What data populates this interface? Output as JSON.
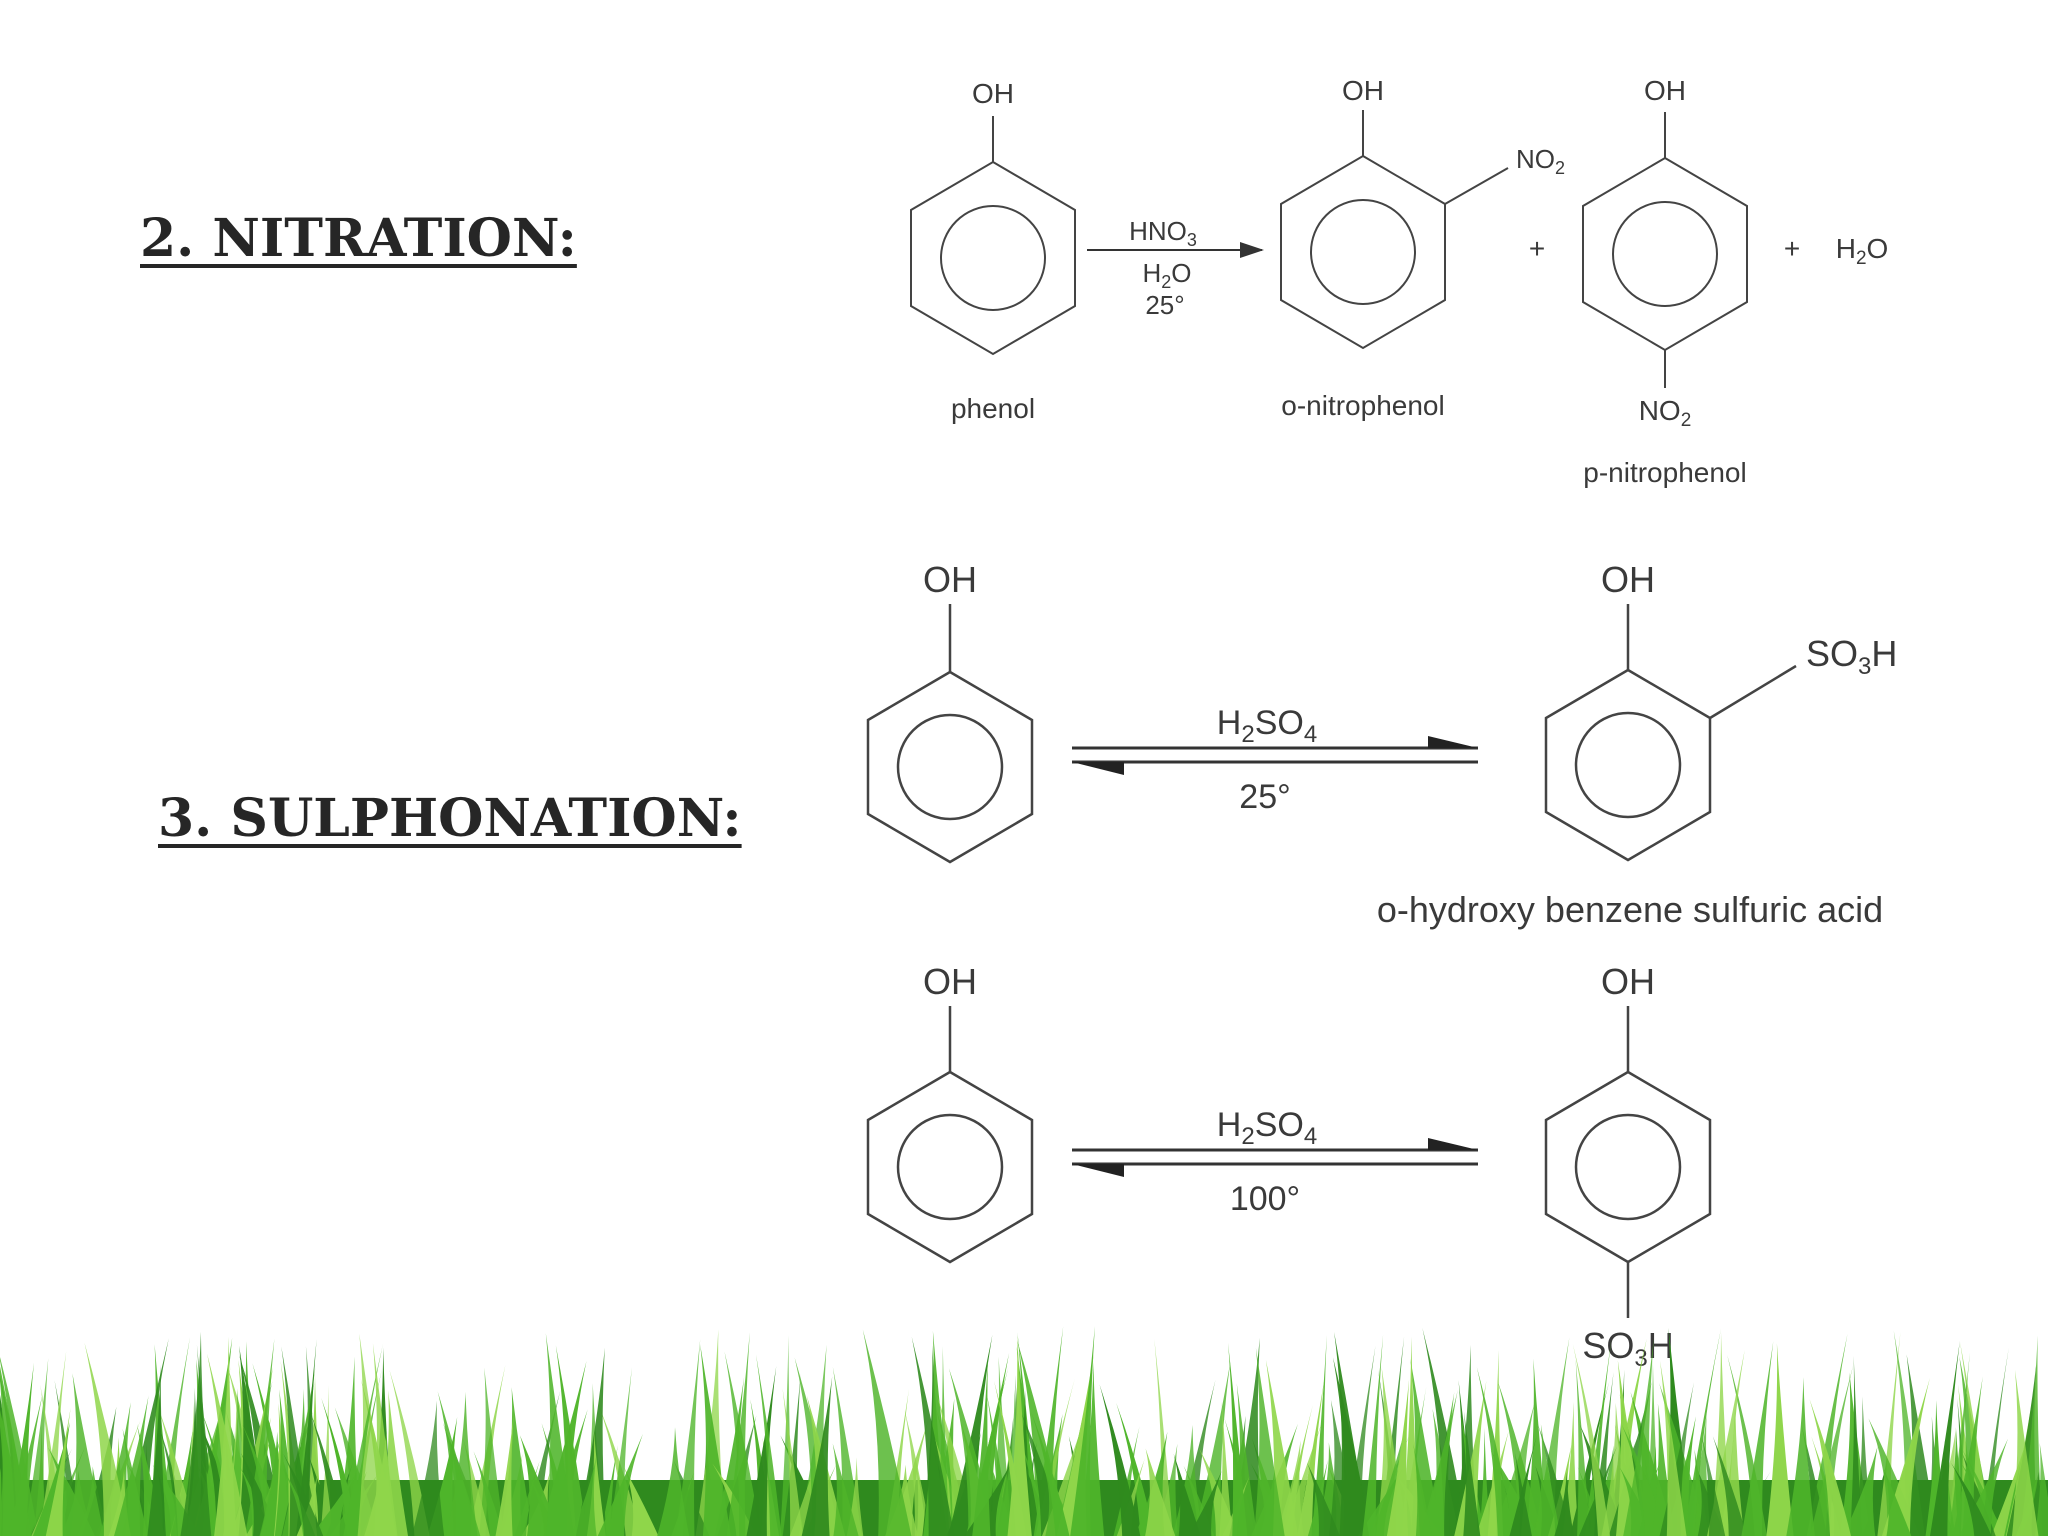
{
  "slide": {
    "headings": {
      "nitration": "2. NITRATION:",
      "sulphonation": "3. SULPHONATION:"
    }
  },
  "nitration": {
    "reactant": {
      "substituent": "OH",
      "name": "phenol"
    },
    "reagents": {
      "line1": {
        "base": "HNO",
        "sub": "3"
      },
      "line2": {
        "pre": "H",
        "sub": "2",
        "post": "O"
      },
      "temperature": "25°"
    },
    "product_ortho": {
      "top": "OH",
      "side": {
        "base": "NO",
        "sub": "2"
      },
      "name": "o-nitrophenol"
    },
    "plus_1": "+",
    "product_para": {
      "top": "OH",
      "bottom": {
        "base": "NO",
        "sub": "2"
      },
      "name": "p-nitrophenol"
    },
    "plus_2": "+",
    "byproduct": {
      "pre": "H",
      "sub": "2",
      "post": "O"
    }
  },
  "sulphonation": [
    {
      "reactant": {
        "substituent": "OH"
      },
      "reagent": {
        "pre": "H",
        "sub1": "2",
        "mid": "SO",
        "sub2": "4"
      },
      "temperature": "25°",
      "product": {
        "top": "OH",
        "side": {
          "pre": "SO",
          "sub": "3",
          "post": "H"
        },
        "name": "o-hydroxy benzene sulfuric acid"
      }
    },
    {
      "reactant": {
        "substituent": "OH"
      },
      "reagent": {
        "pre": "H",
        "sub1": "2",
        "mid": "SO",
        "sub2": "4"
      },
      "temperature": "100°",
      "product": {
        "top": "OH",
        "bottom": {
          "pre": "SO",
          "sub": "3",
          "post": "H"
        }
      }
    }
  ],
  "colors": {
    "heading": "#262626",
    "structure": "#444444",
    "grass_dark": "#2f8a1e",
    "grass_mid": "#4fb52a",
    "grass_light": "#8fd64a"
  }
}
